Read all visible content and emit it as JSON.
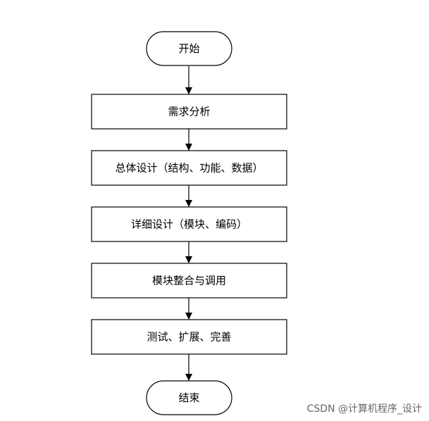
{
  "flowchart": {
    "nodes": [
      {
        "id": "start",
        "shape": "terminal",
        "label": "开始"
      },
      {
        "id": "requirements",
        "shape": "process",
        "label": "需求分析"
      },
      {
        "id": "overall-design",
        "shape": "process",
        "label": "总体设计（结构、功能、数据）"
      },
      {
        "id": "detailed-design",
        "shape": "process",
        "label": "详细设计（模块、编码）"
      },
      {
        "id": "integration",
        "shape": "process",
        "label": "模块整合与调用"
      },
      {
        "id": "testing",
        "shape": "process",
        "label": "测试、扩展、完善"
      },
      {
        "id": "end",
        "shape": "terminal",
        "label": "结束"
      }
    ],
    "edges": [
      {
        "from": "start",
        "to": "requirements"
      },
      {
        "from": "requirements",
        "to": "overall-design"
      },
      {
        "from": "overall-design",
        "to": "detailed-design"
      },
      {
        "from": "detailed-design",
        "to": "integration"
      },
      {
        "from": "integration",
        "to": "testing"
      },
      {
        "from": "testing",
        "to": "end"
      }
    ]
  },
  "watermark": "CSDN @计算机程序_设计"
}
